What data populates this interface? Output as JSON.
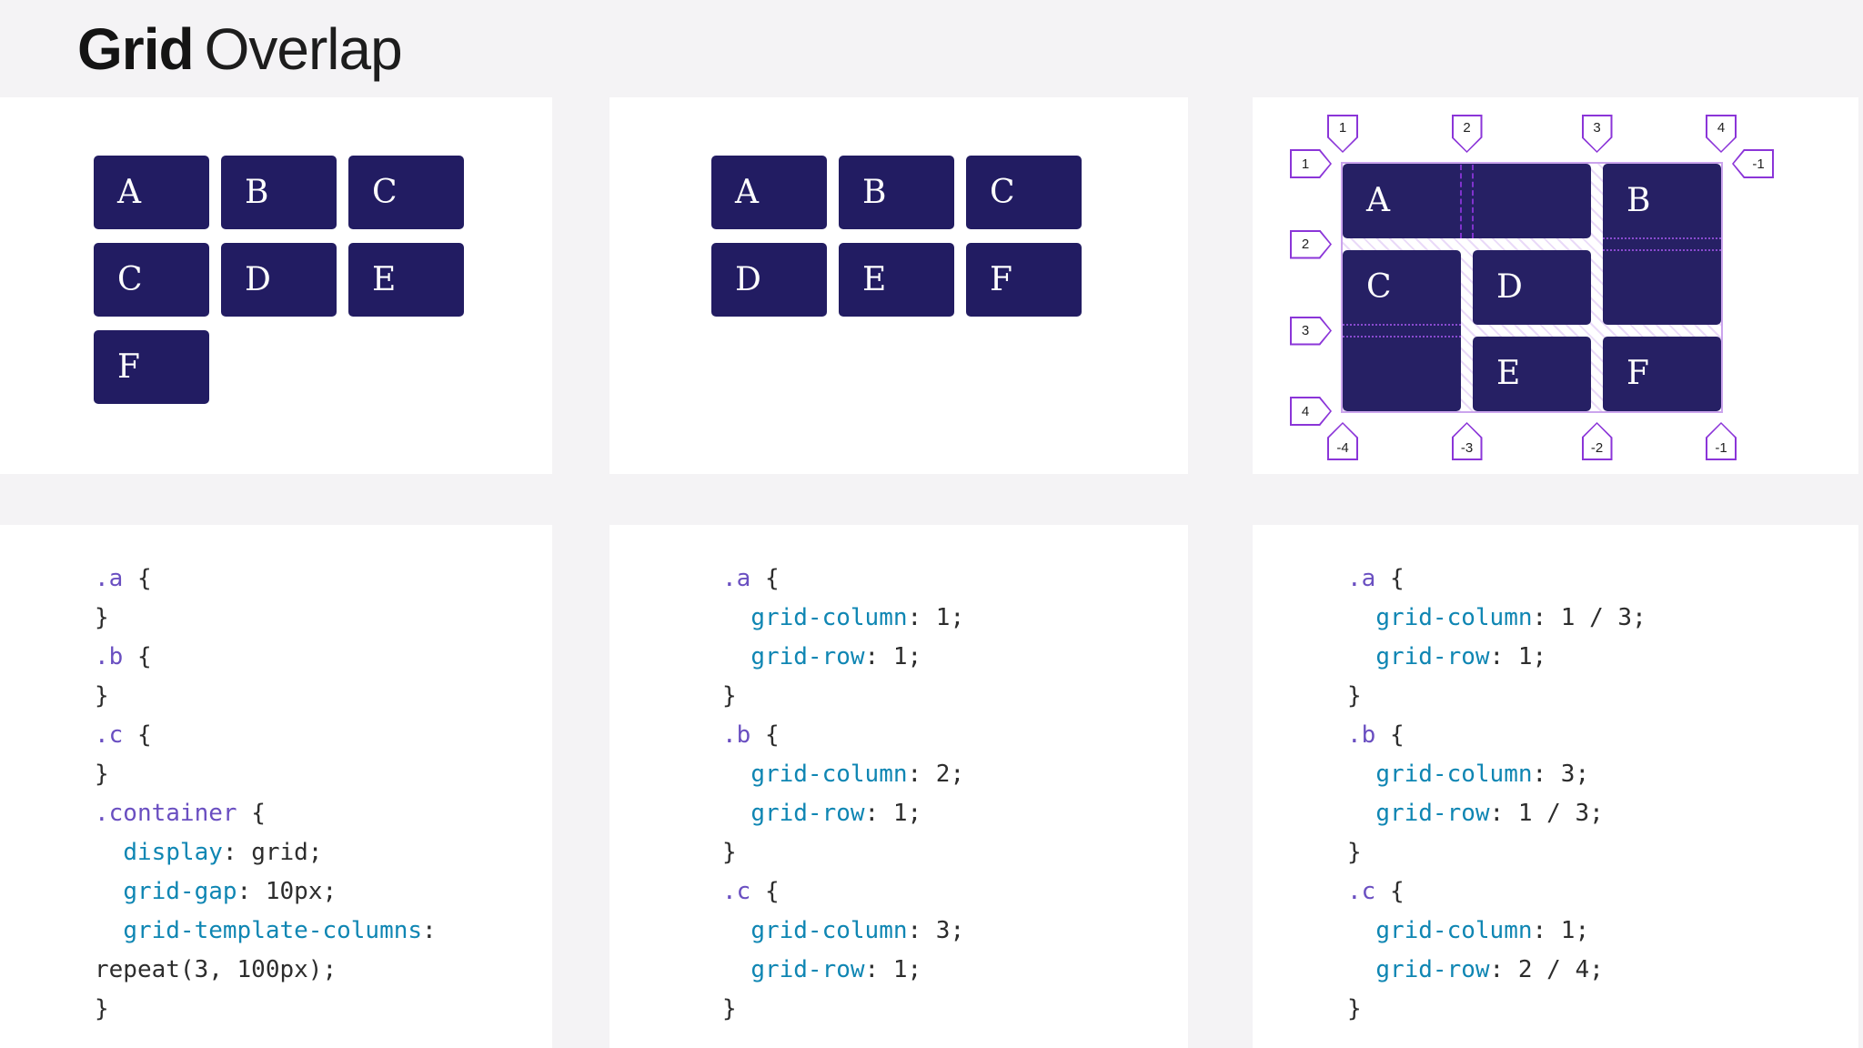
{
  "title": {
    "bold": "Grid",
    "light": "Overlap"
  },
  "colors": {
    "page_bg": "#f4f3f5",
    "card_bg": "#ffffff",
    "box_fill": "#221c62",
    "inspector_box_fill": "#262064",
    "overlay_purple": "#8b35d8",
    "code_selector": "#6a4fc1",
    "code_property": "#0f86b3",
    "code_text": "#2d2d2d"
  },
  "example1": {
    "boxes": [
      "A",
      "B",
      "C",
      "C",
      "D",
      "E",
      "F"
    ]
  },
  "example2": {
    "boxes": [
      "A",
      "B",
      "C",
      "D",
      "E",
      "F"
    ]
  },
  "inspector": {
    "items": [
      {
        "label": "A",
        "column": "1 / 3",
        "row": "1"
      },
      {
        "label": "B",
        "column": "3",
        "row": "1 / 3"
      },
      {
        "label": "C",
        "column": "1",
        "row": "2 / 4"
      },
      {
        "label": "D",
        "column": "",
        "row": ""
      },
      {
        "label": "E",
        "column": "",
        "row": ""
      },
      {
        "label": "F",
        "column": "",
        "row": ""
      }
    ],
    "badges": {
      "top": [
        "1",
        "2",
        "3",
        "4"
      ],
      "left": [
        "1",
        "2",
        "3",
        "4"
      ],
      "right": [
        "-1"
      ],
      "bottom": [
        "-4",
        "-3",
        "-2",
        "-1"
      ]
    }
  },
  "code_panels": [
    {
      "lines": [
        [
          [
            "sel",
            ".a"
          ],
          [
            "pln",
            " {"
          ]
        ],
        [
          [
            "pln",
            "}"
          ]
        ],
        [
          [
            "sel",
            ".b"
          ],
          [
            "pln",
            " {"
          ]
        ],
        [
          [
            "pln",
            "}"
          ]
        ],
        [
          [
            "sel",
            ".c"
          ],
          [
            "pln",
            " {"
          ]
        ],
        [
          [
            "pln",
            "}"
          ]
        ],
        [
          [
            "sel",
            ".container"
          ],
          [
            "pln",
            " {"
          ]
        ],
        [
          [
            "pln",
            "  "
          ],
          [
            "prop",
            "display"
          ],
          [
            "pln",
            ": grid;"
          ]
        ],
        [
          [
            "pln",
            "  "
          ],
          [
            "prop",
            "grid-gap"
          ],
          [
            "pln",
            ": 10px;"
          ]
        ],
        [
          [
            "pln",
            "  "
          ],
          [
            "prop",
            "grid-template-columns"
          ],
          [
            "pln",
            ":"
          ]
        ],
        [
          [
            "pln",
            "repeat(3, 100px);"
          ]
        ],
        [
          [
            "pln",
            "}"
          ]
        ]
      ]
    },
    {
      "lines": [
        [
          [
            "sel",
            ".a"
          ],
          [
            "pln",
            " {"
          ]
        ],
        [
          [
            "pln",
            "  "
          ],
          [
            "prop",
            "grid-column"
          ],
          [
            "pln",
            ": 1;"
          ]
        ],
        [
          [
            "pln",
            "  "
          ],
          [
            "prop",
            "grid-row"
          ],
          [
            "pln",
            ": 1;"
          ]
        ],
        [
          [
            "pln",
            "}"
          ]
        ],
        [
          [
            "sel",
            ".b"
          ],
          [
            "pln",
            " {"
          ]
        ],
        [
          [
            "pln",
            "  "
          ],
          [
            "prop",
            "grid-column"
          ],
          [
            "pln",
            ": 2;"
          ]
        ],
        [
          [
            "pln",
            "  "
          ],
          [
            "prop",
            "grid-row"
          ],
          [
            "pln",
            ": 1;"
          ]
        ],
        [
          [
            "pln",
            "}"
          ]
        ],
        [
          [
            "sel",
            ".c"
          ],
          [
            "pln",
            " {"
          ]
        ],
        [
          [
            "pln",
            "  "
          ],
          [
            "prop",
            "grid-column"
          ],
          [
            "pln",
            ": 3;"
          ]
        ],
        [
          [
            "pln",
            "  "
          ],
          [
            "prop",
            "grid-row"
          ],
          [
            "pln",
            ": 1;"
          ]
        ],
        [
          [
            "pln",
            "}"
          ]
        ]
      ]
    },
    {
      "lines": [
        [
          [
            "sel",
            ".a"
          ],
          [
            "pln",
            " {"
          ]
        ],
        [
          [
            "pln",
            "  "
          ],
          [
            "prop",
            "grid-column"
          ],
          [
            "pln",
            ": 1 / 3;"
          ]
        ],
        [
          [
            "pln",
            "  "
          ],
          [
            "prop",
            "grid-row"
          ],
          [
            "pln",
            ": 1;"
          ]
        ],
        [
          [
            "pln",
            "}"
          ]
        ],
        [
          [
            "sel",
            ".b"
          ],
          [
            "pln",
            " {"
          ]
        ],
        [
          [
            "pln",
            "  "
          ],
          [
            "prop",
            "grid-column"
          ],
          [
            "pln",
            ": 3;"
          ]
        ],
        [
          [
            "pln",
            "  "
          ],
          [
            "prop",
            "grid-row"
          ],
          [
            "pln",
            ": 1 / 3;"
          ]
        ],
        [
          [
            "pln",
            "}"
          ]
        ],
        [
          [
            "sel",
            ".c"
          ],
          [
            "pln",
            " {"
          ]
        ],
        [
          [
            "pln",
            "  "
          ],
          [
            "prop",
            "grid-column"
          ],
          [
            "pln",
            ": 1;"
          ]
        ],
        [
          [
            "pln",
            "  "
          ],
          [
            "prop",
            "grid-row"
          ],
          [
            "pln",
            ": 2 / 4;"
          ]
        ],
        [
          [
            "pln",
            "}"
          ]
        ]
      ]
    }
  ]
}
